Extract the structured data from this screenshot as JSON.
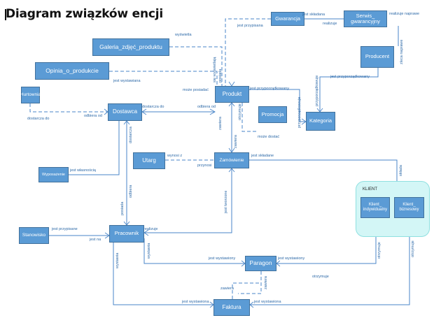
{
  "title": "Diagram związków encji",
  "entities": {
    "gwarancja": "Gwarancja",
    "serwis": "Serwis_ gwarancyjny",
    "galeria": "Galeria_zdjęć_produktu",
    "opinia": "Opinia_o_produkcie",
    "producent": "Producent",
    "hurtownia": "Hurtownia",
    "dostawca": "Dostawca",
    "produkt": "Produkt",
    "promocja": "Promocja",
    "kategoria": "Kategoria",
    "utarg": "Utarg",
    "zamowienie": "Zamówienie",
    "wyposazenie": "Wyposażenie",
    "klient_title": "KLIENT",
    "klient_ind": "Klient_ indywidualny",
    "klient_biz": "Klient_ biznesowy",
    "stanowisko": "Stanowisko",
    "pracownik": "Pracownik",
    "paragon": "Paragon",
    "faktura": "Faktura"
  },
  "relations": {
    "jest_skladana": "jest składana",
    "realizuje_gw": "realizuje",
    "realizuje_naprawe": "realizuje naprawe",
    "zleca_naprawe": "zleca naprawe",
    "jest_przypisana": "jest przypisana",
    "wyswietla": "wyświetla",
    "sie_wyswietlaja": "się wyświetlają",
    "posiada_gal": "posiada",
    "jest_przyporzadkowany_prod": "jest przyporządkowany",
    "jest_przyporzadkowany_kat": "jest przyporządkowany",
    "przyporzadkowuje": "przyporządkowuje",
    "przyporzadkowuje2": "przyporządkowuje",
    "jest_wystawiana": "jest wystawiana",
    "moze_posiadac": "może posiadać",
    "dostarcza_do_top": "dostarcza do",
    "odbiera_od_top": "odbiera od",
    "dostarcza_do": "dostarcza do",
    "odbiera_od": "odbiera od",
    "otrzymuje_prom": "otrzymuje",
    "moze_dostac": "może dostać",
    "zawiera_pz": "zawiera",
    "zawiera_zp": "zawiera",
    "dostarcza_v": "dostarcza",
    "wynosi_z": "wynosi z",
    "przynosi": "przynosi",
    "jest_skladane": "jest składane",
    "sklada": "składa",
    "jest_wlasnoscia": "jest własnością",
    "odbiera_v": "odbiera",
    "posiada_v": "posiada",
    "jest_tworzone": "jest tworzone",
    "jest_przypisane": "jest przypisane",
    "jest_na": "jest na",
    "realizuje_pr": "realizuje",
    "wystawia_1": "wystawia",
    "wystawia_2": "wystawia",
    "jest_wystawiony_l": "jest wystawiony",
    "jest_wystawiony_r": "jest wystawiony",
    "otrzymuje_1": "otrzymuje",
    "otrzymuje_2": "otrzymuje",
    "otrzymuje_3": "otrzymuje",
    "zawiera_pf": "zawiera",
    "zawiera_fp": "zawiera",
    "jest_wystawiona_l": "jest wystawiona",
    "jest_wystawiona_r": "jest wystawiona"
  },
  "colors": {
    "entity_fill": "#5b9bd5",
    "entity_border": "#41719c",
    "line": "#4a86c8",
    "client_fill": "#d3f6f6",
    "label": "#2e6aa8"
  }
}
